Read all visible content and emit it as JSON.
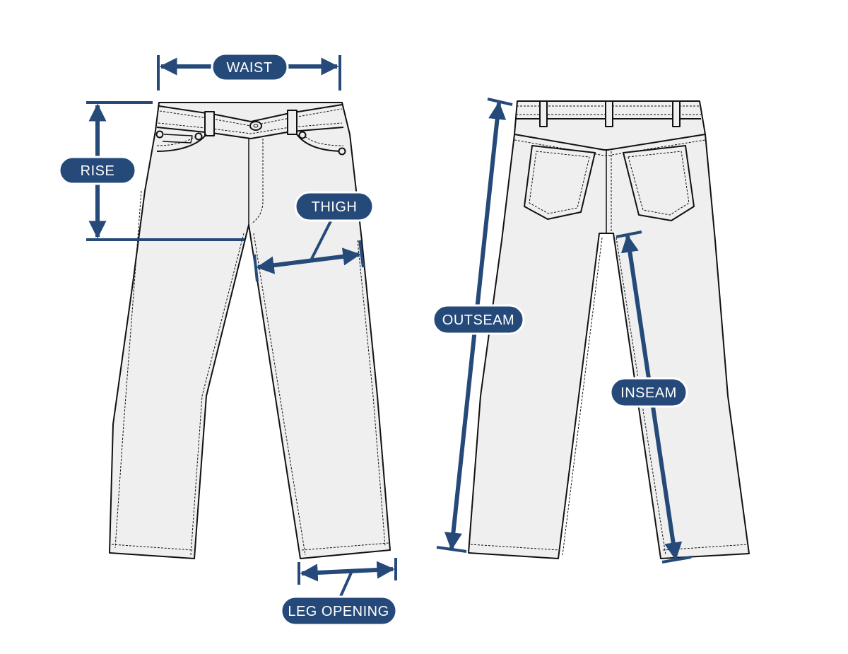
{
  "colors": {
    "accent": "#254a79",
    "garment_fill": "#efefef",
    "outline": "#111111",
    "background": "#ffffff"
  },
  "labels": {
    "waist": "WAIST",
    "rise": "RISE",
    "thigh": "THIGH",
    "leg_opening": "LEG OPENING",
    "outseam": "OUTSEAM",
    "inseam": "INSEAM"
  }
}
